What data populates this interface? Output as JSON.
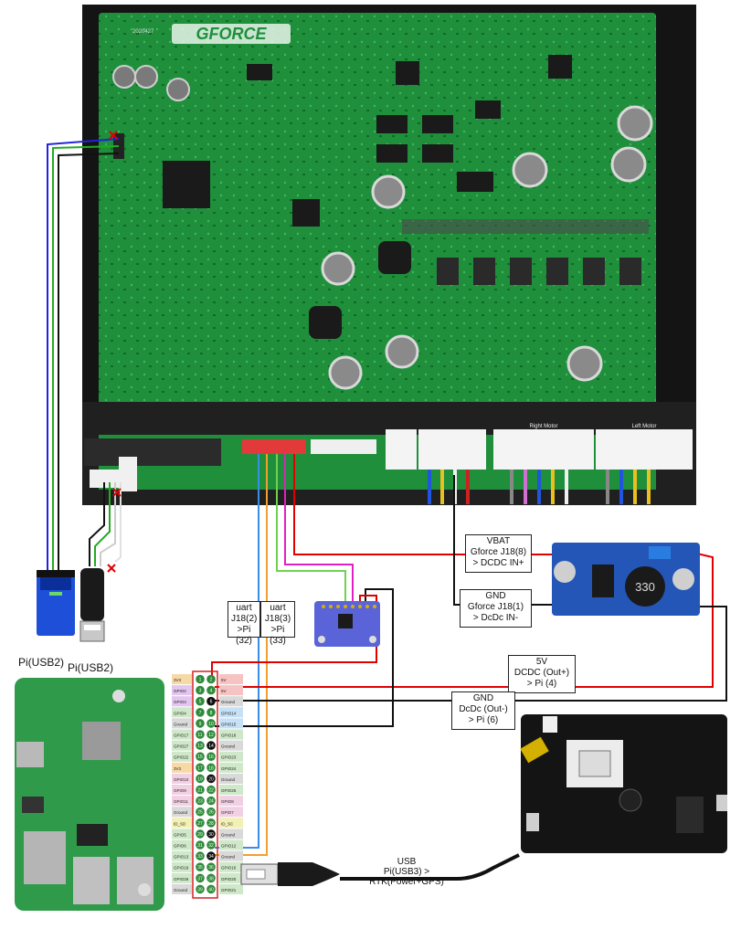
{
  "board": {
    "brand": "GFORCE",
    "date_code": "2020427",
    "connector_right_motor": "Right Motor",
    "connector_left_motor": "Left Motor"
  },
  "connections": {
    "uart_rx": [
      "uart",
      "J18(2)",
      ">Pi (32)"
    ],
    "uart_tx": [
      "uart",
      "J18(3)",
      ">Pi (33)"
    ],
    "vbat": [
      "VBAT",
      "Gforce J18(8)",
      "> DCDC IN+"
    ],
    "gnd_in": [
      "GND",
      "Gforce J18(1)",
      "> DcDc IN-"
    ],
    "v5": [
      "5V",
      "DCDC (Out+)",
      "> Pi (4)"
    ],
    "gnd_out": [
      "GND",
      "DcDc (Out-)",
      "> Pi (6)"
    ]
  },
  "labels": {
    "pi_usb2_a": "Pi(USB2)",
    "pi_usb2_b": "Pi(USB2)",
    "usb_line1": "USB",
    "usb_line2": "Pi(USB3) >",
    "usb_line3": "RTK(Power+GPS)",
    "dcdc_value": "330"
  },
  "gpio_header": {
    "left": [
      "3V3",
      "GPIO2",
      "GPIO3",
      "GPIO4",
      "Ground",
      "GPIO17",
      "GPIO27",
      "GPIO22",
      "3V3",
      "GPIO10",
      "GPIO9",
      "GPIO11",
      "Ground",
      "ID_SD",
      "GPIO5",
      "GPIO6",
      "GPIO13",
      "GPIO19",
      "GPIO26",
      "Ground"
    ],
    "right": [
      "5V",
      "5V",
      "Ground",
      "GPIO14",
      "GPIO15",
      "GPIO18",
      "Ground",
      "GPIO23",
      "GPIO24",
      "Ground",
      "GPIO25",
      "GPIO8",
      "GPIO7",
      "ID_SC",
      "Ground",
      "GPIO12",
      "Ground",
      "GPIO16",
      "GPIO20",
      "GPIO21"
    ]
  },
  "colors": {
    "pcb": "#1f8f3c",
    "wire_red": "#e00000",
    "wire_black": "#111111",
    "wire_blue": "#3a8ee6",
    "wire_orange": "#f0a030",
    "wire_magenta": "#e020c0",
    "wire_green": "#70d050",
    "dcdc_board": "#2456b8",
    "imu_board": "#5a64d8"
  }
}
